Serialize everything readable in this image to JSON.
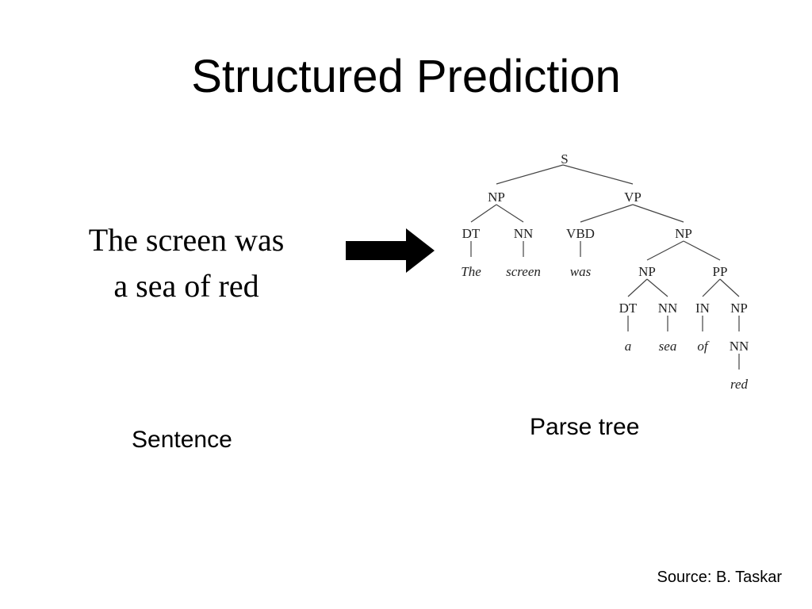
{
  "slide": {
    "title": "Structured Prediction",
    "sentence_lines": [
      "The screen was",
      "a sea of red"
    ],
    "caption_left": "Sentence",
    "caption_right": "Parse tree",
    "source": "Source: B. Taskar"
  },
  "parse_tree": {
    "root": "S",
    "np1": "NP",
    "vp": "VP",
    "dt1": "DT",
    "nn1": "NN",
    "vbd": "VBD",
    "np2": "NP",
    "np3": "NP",
    "pp": "PP",
    "dt2": "DT",
    "nn2": "NN",
    "in": "IN",
    "np4": "NP",
    "nn3": "NN",
    "words": {
      "the": "The",
      "screen": "screen",
      "was": "was",
      "a": "a",
      "sea": "sea",
      "of": "of",
      "red": "red"
    }
  },
  "colors": {
    "text": "#000000",
    "background": "#ffffff",
    "arrow": "#000000"
  }
}
